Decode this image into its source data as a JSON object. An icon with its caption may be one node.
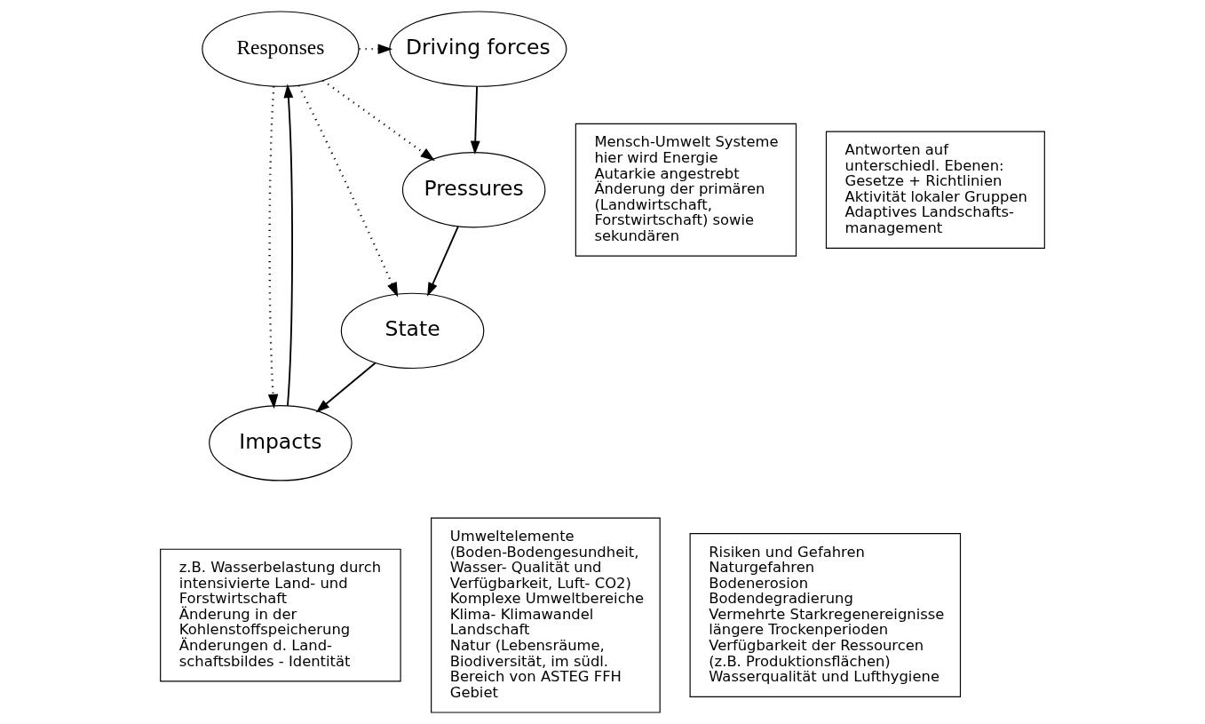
{
  "diagram": {
    "nodes": [
      {
        "text": [
          "Driving forces"
        ]
      },
      {
        "text": [
          "Responses"
        ]
      },
      {
        "text": [
          "Pressures"
        ]
      },
      {
        "text": [
          "State"
        ]
      },
      {
        "text": [
          "Impacts"
        ]
      },
      {
        "text": [
          "Mensch-Umwelt Systeme",
          "hier wird Energie Autarkie angestrebt",
          "Änderung der primären (Landwirtschaft, Forstwirtschaft) sowie sekundären"
        ]
      },
      {
        "text": [
          "Antworten auf unterschiedl. Ebenen:",
          "Gesetze + Richtlinien",
          "Aktivität lokaler Gruppen",
          "Adaptives Landschafts- management"
        ]
      },
      {
        "text": [
          "z.B. Wasserbelastung durch intensivierte Land- und Forstwirtschaft",
          "Änderung in der Kohlenstoffspeicherung",
          "Änderungen d. Land- schaftsbildes - Identität"
        ]
      },
      {
        "text": [
          "Umweltelemente (Boden-Bodengesundheit, Wasser- Qualität und Verfügbarkeit, Luft- CO2)",
          "Komplexe Umweltbereiche",
          "Klima- Klimawandel",
          "Landschaft",
          "Natur (Lebensräume, Biodiversität, im südl. Bereich von ASTEG FFH Gebiet"
        ]
      },
      {
        "text": [
          "Risiken und Gefahren",
          "Naturgefahren",
          "Bodenerosion",
          "Bodendegradierung",
          "Vermehrte Starkregenereignisse",
          "längere Trockenperioden",
          "Verfügbarkeit der Ressourcen (z.B. Produktionsflächen)",
          "Wasserqualität und Lufthygiene"
        ]
      }
    ],
    "edges": [
      {
        "from": 1,
        "to": 0,
        "arrow": "to",
        "style": "dashed"
      },
      {
        "from": 0,
        "to": 2,
        "arrow": "to"
      },
      {
        "from": 1,
        "to": 2,
        "arrow": "to",
        "style": "dashed"
      },
      {
        "from": 2,
        "to": 3,
        "arrow": "to"
      },
      {
        "from": 1,
        "to": 3,
        "arrow": "to",
        "style": "dashed"
      },
      {
        "from": 1,
        "to": 4,
        "arrow": "to",
        "style": "dashed"
      },
      {
        "from": 3,
        "to": 4,
        "arrow": "to"
      },
      {
        "from": 4,
        "to": 1,
        "arrow": "to"
      }
    ]
  }
}
